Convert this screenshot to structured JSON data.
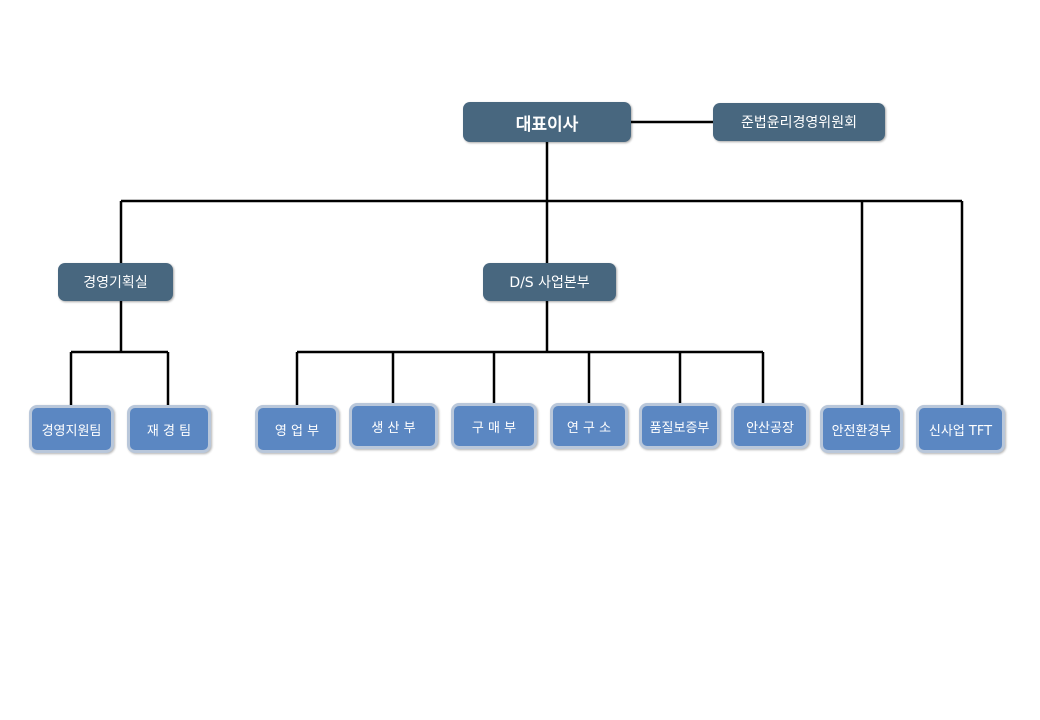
{
  "org_chart": {
    "ceo": "대표이사",
    "committee": "준법윤리경영위원회",
    "planning_office": "경영기획실",
    "ds_division": "D/S 사업본부",
    "planning_teams": [
      "경영지원팀",
      "재 경 팀"
    ],
    "ds_departments": [
      "영 업 부",
      "생 산 부",
      "구 매 부",
      "연 구 소",
      "품질보증부",
      "안산공장"
    ],
    "safety_dept": "안전환경부",
    "new_business": "신사업 TFT"
  },
  "colors": {
    "dark_box": "#48677f",
    "blue_box": "#5b87c2",
    "blue_border": "#b9c7da",
    "lines": "#000000"
  }
}
